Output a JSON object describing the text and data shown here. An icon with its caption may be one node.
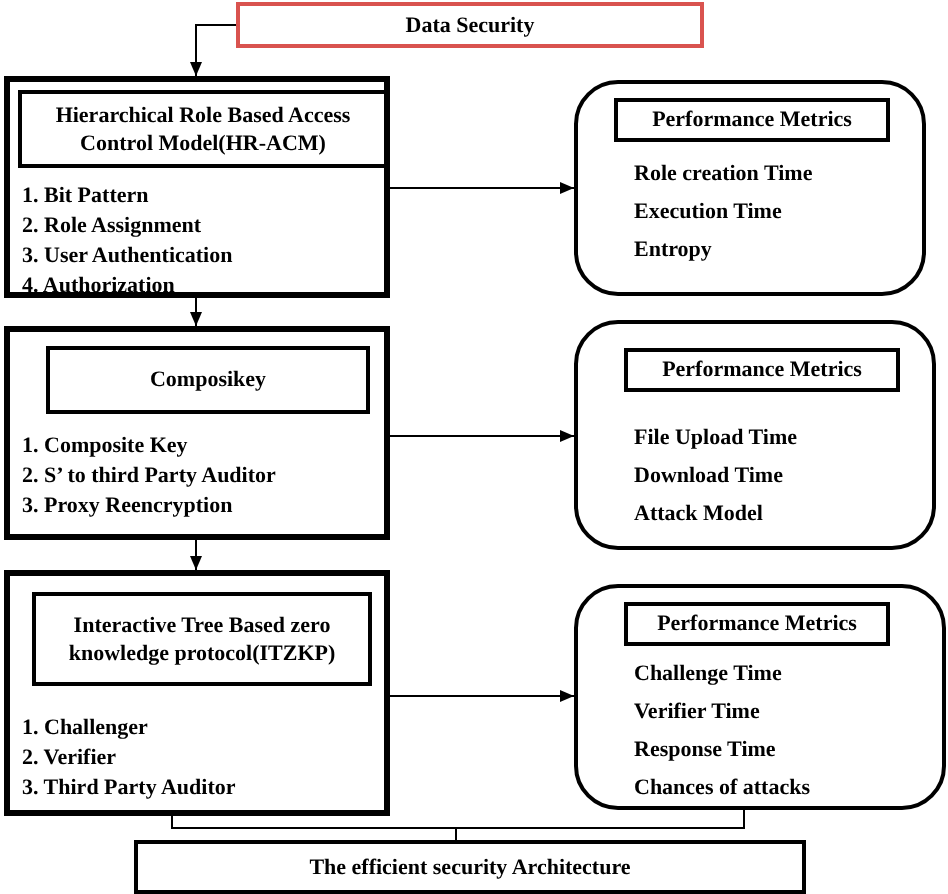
{
  "diagram": {
    "nodes": [
      {
        "text": [
          "Data Security"
        ]
      },
      {
        "text": [
          "1. Bit Pattern",
          "2. Role Assignment",
          "3. User Authentication",
          "4. Authorization"
        ]
      },
      {
        "text": [
          "Hierarchical Role Based Access Control Model(HR-ACM)"
        ],
        "in": 1
      },
      {
        "text": [
          "Role creation Time",
          "Execution Time",
          "Entropy"
        ]
      },
      {
        "text": [
          "Performance Metrics"
        ],
        "in": 3
      },
      {
        "text": [
          "1. Composite Key",
          "2. S’ to third Party Auditor",
          "3. Proxy Reencryption"
        ]
      },
      {
        "text": [
          "Composikey"
        ],
        "in": 5
      },
      {
        "text": [
          "File Upload Time",
          "Download Time",
          "Attack Model"
        ]
      },
      {
        "text": [
          "Performance Metrics"
        ],
        "in": 7
      },
      {
        "text": [
          "1. Challenger",
          "2. Verifier",
          "3. Third Party Auditor"
        ]
      },
      {
        "text": [
          "Interactive Tree Based zero knowledge protocol(ITZKP)"
        ],
        "in": 9
      },
      {
        "text": [
          "Challenge Time",
          "Verifier Time",
          "Response Time",
          "Chances of attacks"
        ]
      },
      {
        "text": [
          "Performance Metrics"
        ],
        "in": 11
      },
      {
        "text": [
          "The efficient security Architecture"
        ]
      }
    ],
    "edges": [
      {
        "from": 0,
        "to": 1,
        "arrow": "to"
      },
      {
        "from": 1,
        "to": 3,
        "arrow": "to"
      },
      {
        "from": 1,
        "to": 5,
        "arrow": "to"
      },
      {
        "from": 5,
        "to": 7,
        "arrow": "to"
      },
      {
        "from": 5,
        "to": 9,
        "arrow": "to"
      },
      {
        "from": 9,
        "to": 11,
        "arrow": "to"
      },
      {
        "from": 9,
        "to": 13,
        "arrow": "none"
      },
      {
        "from": 11,
        "to": 13,
        "arrow": "none"
      }
    ]
  }
}
